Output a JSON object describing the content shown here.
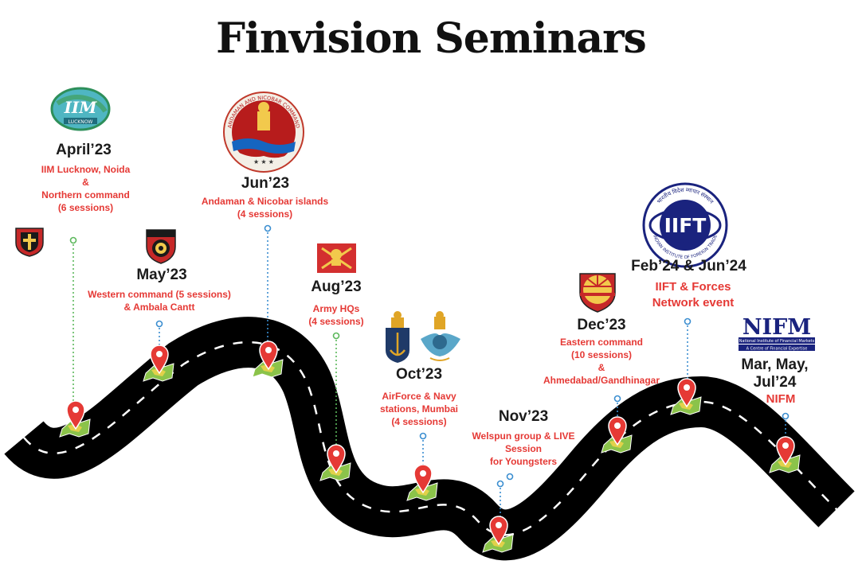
{
  "title": "Finvision Seminars",
  "colors": {
    "road": "#000000",
    "road_dash": "#ffffff",
    "date_text": "#1b1b1b",
    "desc_text": "#e53935",
    "pin": "#e53935",
    "map": "#8bc34a",
    "connector_green": "#5cb85c",
    "connector_blue": "#3b8ed0"
  },
  "milestones": [
    {
      "id": "apr23",
      "date": "April’23",
      "desc": "IIM Lucknow, Noida\n&\nNorthern command\n(6 sessions)",
      "logos": [
        "iim-lucknow-logo",
        "northern-command-shield-icon"
      ],
      "connector": "green"
    },
    {
      "id": "may23",
      "date": "May’23",
      "desc": "Western command (5 sessions)\n& Ambala Cantt",
      "logos": [
        "western-command-shield-icon"
      ],
      "connector": "blue"
    },
    {
      "id": "jun23",
      "date": "Jun’23",
      "desc": "Andaman & Nicobar islands\n(4 sessions)",
      "logos": [
        "andaman-nicobar-command-emblem"
      ],
      "connector": "blue"
    },
    {
      "id": "aug23",
      "date": "Aug’23",
      "desc": "Army HQs\n(4 sessions)",
      "logos": [
        "indian-army-flag-icon"
      ],
      "connector": "green"
    },
    {
      "id": "oct23",
      "date": "Oct’23",
      "desc": "AirForce & Navy\nstations, Mumbai\n(4 sessions)",
      "logos": [
        "indian-navy-crest-icon",
        "indian-air-force-crest-icon"
      ],
      "connector": "blue"
    },
    {
      "id": "nov23",
      "date": "Nov’23",
      "desc": "Welspun group & LIVE\nSession\nfor Youngsters",
      "logos": [],
      "connector": "blue"
    },
    {
      "id": "dec23",
      "date": "Dec’23",
      "desc": "Eastern command\n(10 sessions)\n&\nAhmedabad/Gandhinagar",
      "logos": [
        "eastern-command-shield-icon"
      ],
      "connector": "blue"
    },
    {
      "id": "feb24",
      "date": "Feb’24 & Jun’24",
      "desc": "IIFT & Forces\nNetwork event",
      "logos": [
        "iift-logo"
      ],
      "connector": "blue"
    },
    {
      "id": "mar24",
      "date": "Mar, May,\nJul’24",
      "desc": "NIFM",
      "logos": [
        "nifm-logo"
      ],
      "connector": "blue"
    }
  ],
  "logo_text": {
    "iim": "IIM",
    "iim_sub": "LUCKNOW",
    "andaman_ring": "ANDAMAN AND NICOBAR COMMAND",
    "iift": "IIFT",
    "iift_ring": "INDIAN INSTITUTE OF FOREIGN TRADE",
    "iift_hindi": "भारतीय विदेश व्यापार संस्थान",
    "nifm": "NIFM",
    "nifm_line1": "National Institute of Financial Markets",
    "nifm_line2": "A Centre of Financial Expertise"
  }
}
